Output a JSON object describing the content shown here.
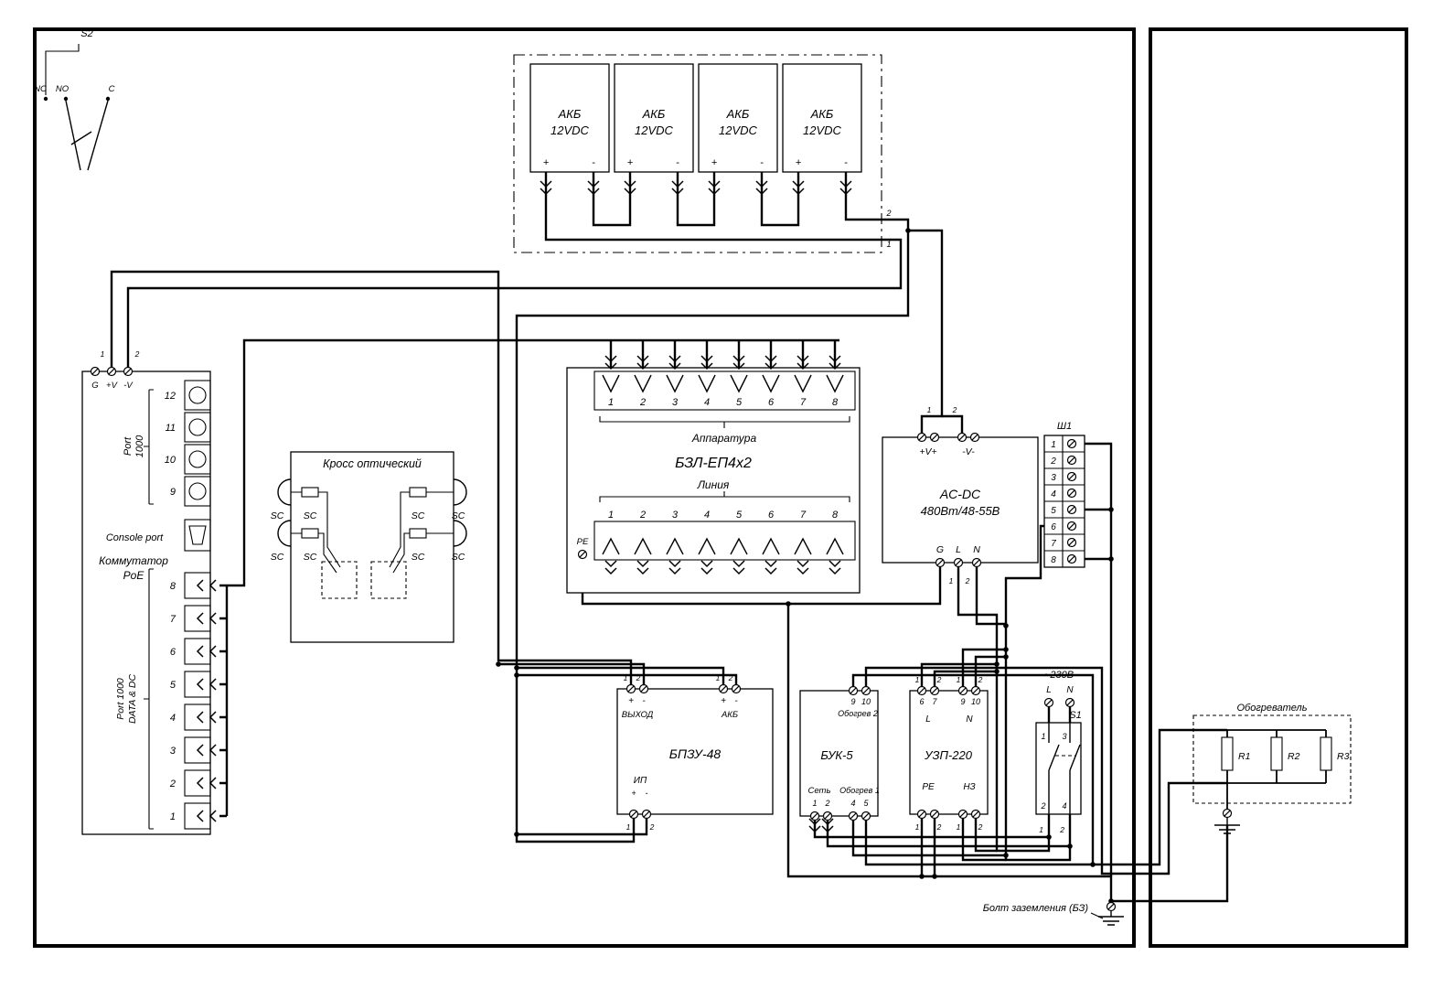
{
  "tags": {
    "t1": "1",
    "t2": "2"
  },
  "seq8": [
    "1",
    "2",
    "3",
    "4",
    "5",
    "6",
    "7",
    "8"
  ],
  "s2": {
    "name": "S2",
    "nc": "NC",
    "no": "NO",
    "c": "C"
  },
  "batteries": {
    "name": "АКБ",
    "voltage": "12VDC",
    "plus": "+",
    "minus": "-"
  },
  "poe_switch": {
    "title_line1": "Коммутатор",
    "title_line2": "PoE",
    "g": "G",
    "vplus": "+V",
    "vminus": "-V",
    "port1000_line1": "Port",
    "port1000_line2": "1000",
    "console": "Console port",
    "datadc_line1": "Port 1000",
    "datadc_line2": "DATA & DC",
    "ports_upper": [
      "12",
      "11",
      "10",
      "9"
    ],
    "ports_lower": [
      "8",
      "7",
      "6",
      "5",
      "4",
      "3",
      "2",
      "1"
    ]
  },
  "cross": {
    "title": "Кросс оптический",
    "sc": "SC"
  },
  "bzl": {
    "title": "БЗЛ-ЕП4х2",
    "top_label": "Аппаратура",
    "bottom_label": "Линия",
    "pe": "PE"
  },
  "acdc": {
    "line1": "AC-DC",
    "line2": "480Вт/48-55В",
    "vplus": "+V+",
    "vminus": "-V-",
    "g": "G",
    "l": "L",
    "n": "N"
  },
  "sh1": {
    "title": "Ш1"
  },
  "bpzu": {
    "title": "БПЗУ-48",
    "out": "ВЫХОД",
    "akb": "АКБ",
    "ip": "ИП",
    "plus": "+",
    "minus": "-"
  },
  "buk": {
    "title": "БУК-5",
    "net": "Сеть",
    "heat1": "Обогрев 1",
    "heat2": "Обогрев 2",
    "n1": "1",
    "n2": "2",
    "n4": "4",
    "n5": "5",
    "n9": "9",
    "n10": "10"
  },
  "uzp": {
    "title": "УЗП-220",
    "l": "L",
    "n": "N",
    "pe": "PE",
    "nz": "НЗ",
    "n6": "6",
    "n7": "7",
    "n9": "9",
    "n10": "10"
  },
  "s1": {
    "name": "S1",
    "voltage": "~230В",
    "l": "L",
    "n": "N",
    "p1": "1",
    "p2": "2",
    "p3": "3",
    "p4": "4"
  },
  "heater": {
    "title": "Обогреватель",
    "r1": "R1",
    "r2": "R2",
    "r3": "R3"
  },
  "ground": {
    "bolt_label": "Болт заземления (БЗ)"
  }
}
